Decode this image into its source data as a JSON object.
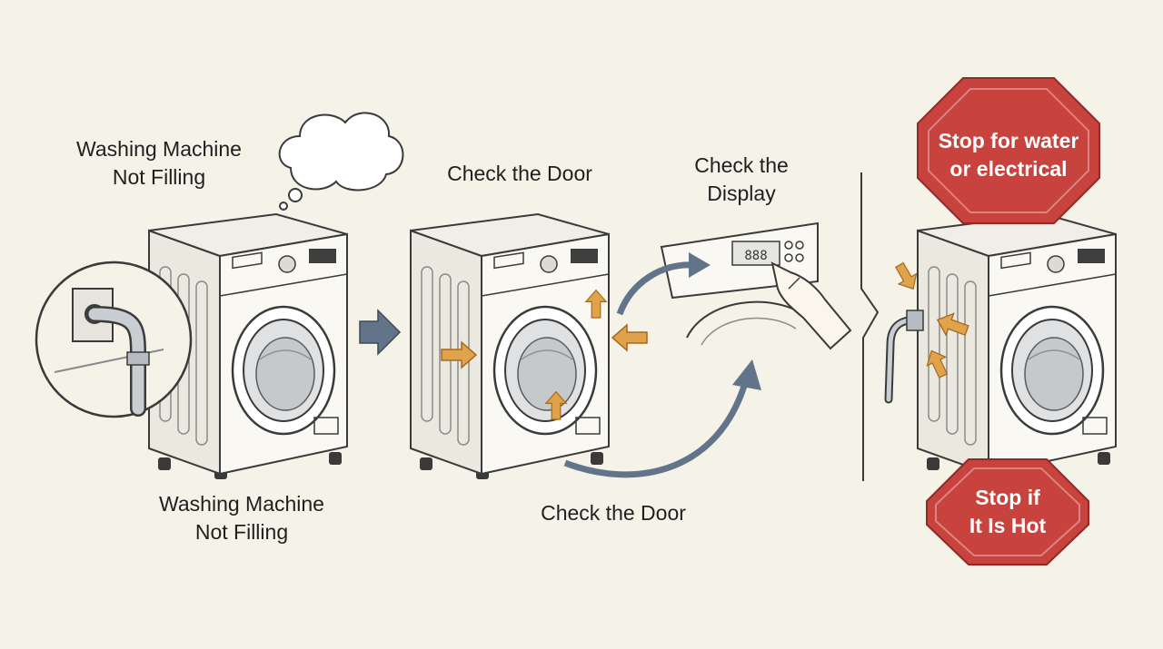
{
  "panel1": {
    "heading": "Washing Machine\nNot Filling",
    "caption": "Washing Machine\nNot Filling"
  },
  "panel2": {
    "heading": "Check the Door",
    "display_heading": "Check the\nDisplay",
    "display_digits": "888",
    "caption": "Check the Door"
  },
  "panel3": {
    "sign_top": "Stop for water\nor electrical",
    "sign_bottom": "Stop if\nIt Is Hot"
  },
  "colors": {
    "background": "#f5f2e8",
    "ink": "#3a3a3a",
    "machine_fill": "#faf8f2",
    "slate_arrow": "#62748a",
    "orange_arrow": "#e0a24a",
    "sign_red": "#c8423e",
    "sign_text": "#ffffff"
  },
  "icons": [
    "thought-bubble-icon",
    "hose-connection-icon",
    "next-step-arrow-icon",
    "hand-pointer-icon",
    "stop-sign-icon"
  ]
}
